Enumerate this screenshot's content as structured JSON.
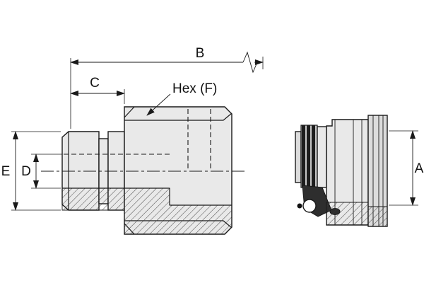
{
  "drawing": {
    "kind": "technical-drawing-coupling-fitting",
    "labels": {
      "dim_b": "B",
      "dim_c": "C",
      "dim_d": "D",
      "dim_e": "E",
      "dim_a": "A",
      "hex_callout": "Hex (F)"
    },
    "colors": {
      "line": "#1a1a1a",
      "fill_light": "#e9e9e9",
      "fill_mid": "#dcdcdc",
      "fill_dark": "#2e2e2e",
      "background": "#ffffff"
    }
  }
}
